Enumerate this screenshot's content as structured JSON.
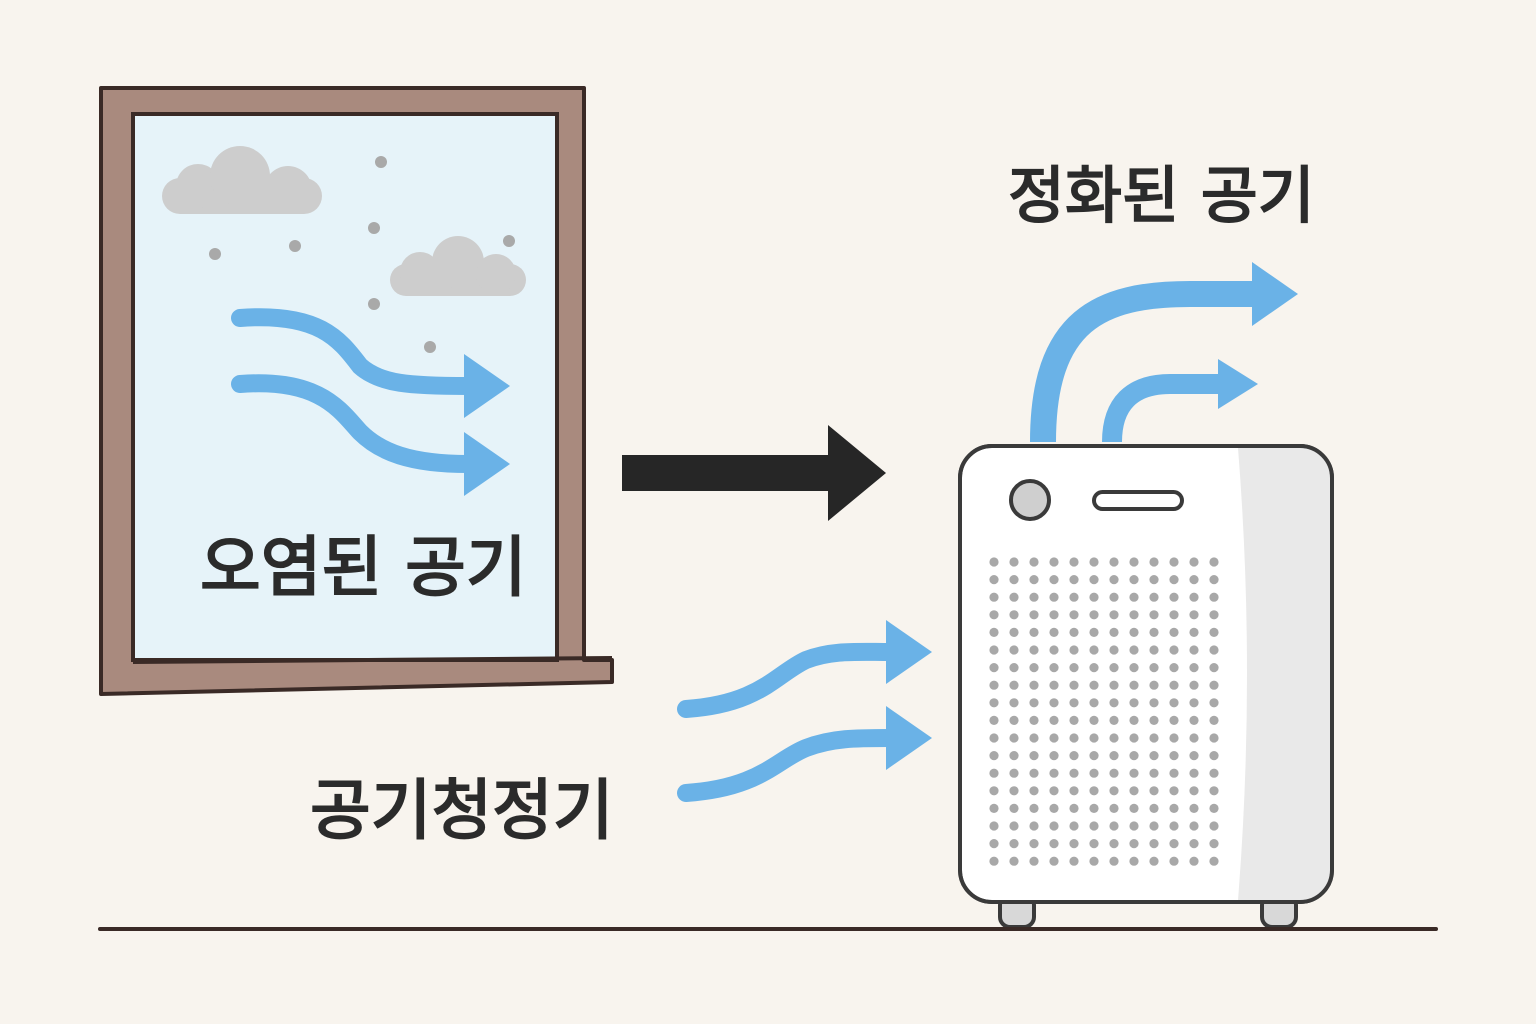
{
  "labels": {
    "polluted_air": "오염된 공기",
    "purified_air": "정화된 공기",
    "air_purifier": "공기청정기"
  },
  "icons": {
    "window": "window-icon",
    "cloud": "cloud-icon",
    "dust": "dust-particle-icon",
    "main_arrow": "arrow-right-icon",
    "airflow": "airflow-arrow-icon",
    "purifier": "air-purifier-icon"
  },
  "colors": {
    "background": "#f8f4ee",
    "window_frame": "#a98a7e",
    "outline": "#3a2a26",
    "glass": "#e6f3f9",
    "cloud": "#cdcdcd",
    "dust": "#a9a9a9",
    "airflow": "#6ab2e7",
    "main_arrow": "#262626",
    "purifier_body": "#ffffff",
    "purifier_side": "#e9e9e9",
    "purifier_dots": "#a8a8a8",
    "text": "#2b2b2b"
  }
}
